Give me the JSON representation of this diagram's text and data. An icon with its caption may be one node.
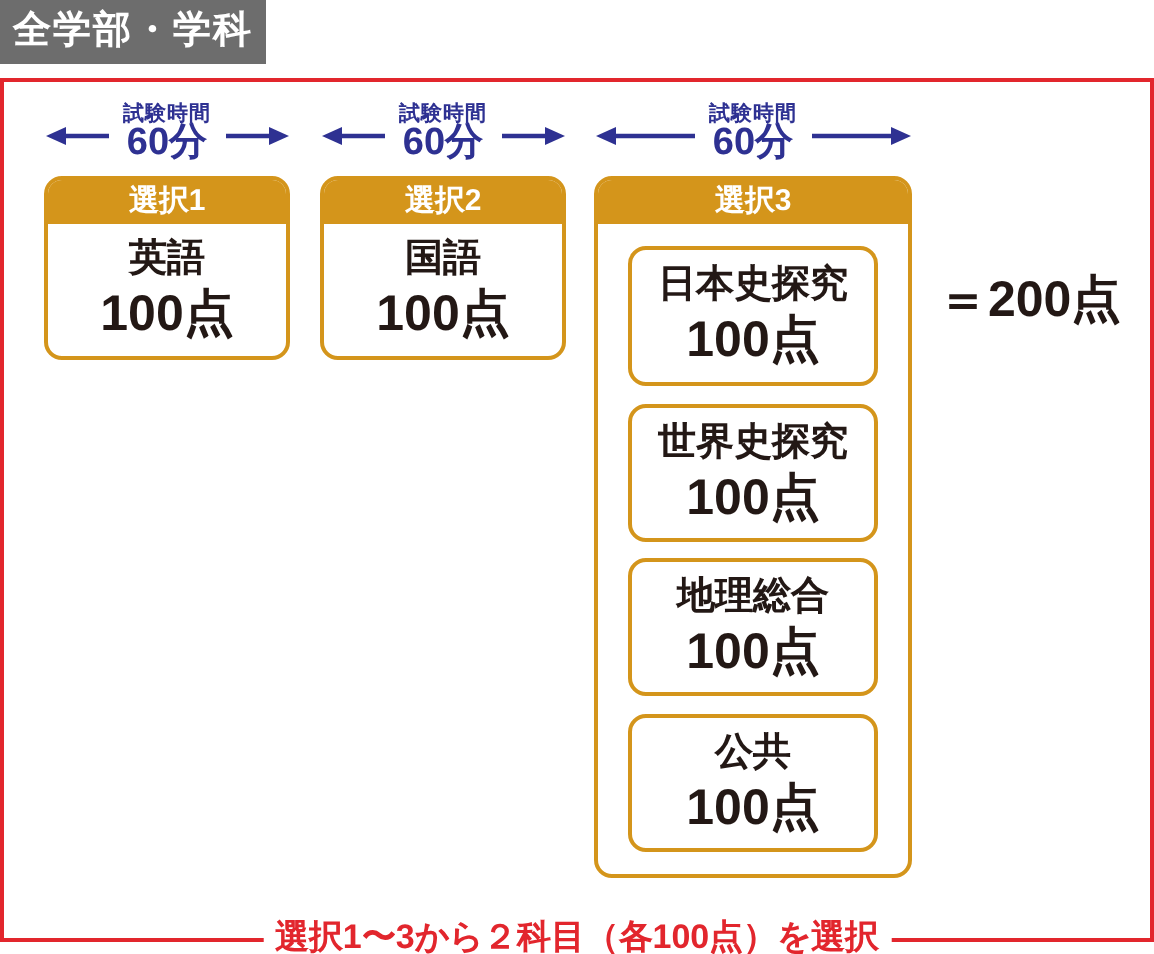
{
  "diagram": {
    "nodes": [
      {
        "text": [
          "全学部・学科",
          "選択1〜3から２科目（各100点）を選択"
        ]
      },
      {
        "text": [
          "選択1",
          "英語",
          "100点"
        ],
        "beside": [
          "試験時間",
          "60分"
        ],
        "in": 0
      },
      {
        "text": [
          "選択2",
          "国語",
          "100点"
        ],
        "beside": [
          "試験時間",
          "60分"
        ],
        "in": 0
      },
      {
        "text": [
          "選択3"
        ],
        "beside": [
          "試験時間",
          "60分"
        ],
        "in": 0
      },
      {
        "text": [
          "日本史探究",
          "100点"
        ],
        "in": 3
      },
      {
        "text": [
          "世界史探究",
          "100点"
        ],
        "in": 3
      },
      {
        "text": [
          "地理総合",
          "100点"
        ],
        "in": 3
      },
      {
        "text": [
          "公共",
          "100点"
        ],
        "in": 3
      }
    ],
    "labels": [
      "＝200点"
    ]
  }
}
